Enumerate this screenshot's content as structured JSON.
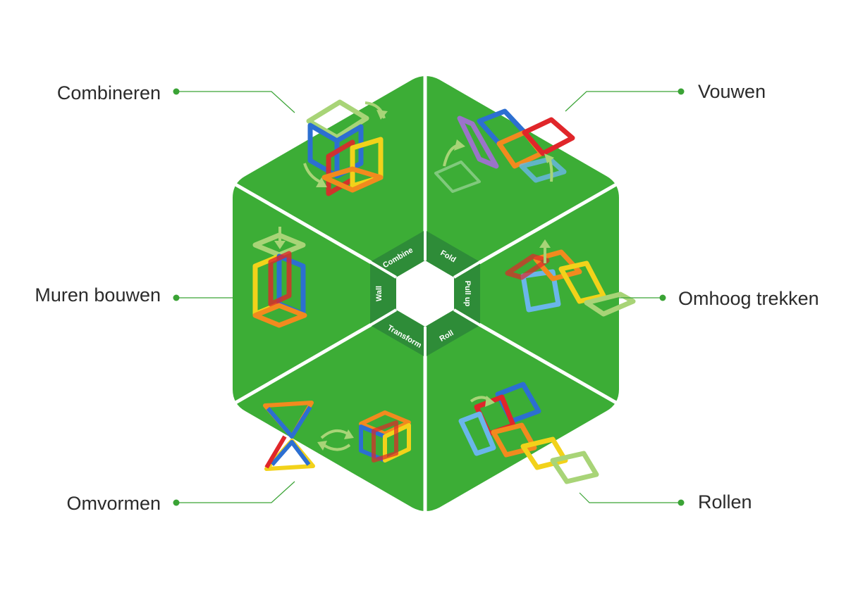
{
  "labels": {
    "combine": "Combineren",
    "fold": "Vouwen",
    "wall": "Muren bouwen",
    "pull_up": "Omhoog trekken",
    "transform": "Omvormen",
    "roll": "Rollen"
  },
  "inner_labels": {
    "combine": "Combine",
    "fold": "Fold",
    "pull_up": "Pull up",
    "roll": "Roll",
    "transform": "Transform",
    "wall": "Wall"
  },
  "colors": {
    "green": "#3cad36",
    "dark_green": "#2e8c38",
    "leader": "#3aa335",
    "text": "#2b2b2b",
    "tile_blue": "#2c6fd1",
    "tile_red": "#e0262a",
    "tile_yellow": "#f2d21a",
    "tile_orange": "#f28a1e",
    "tile_lightgreen": "#a8d477",
    "tile_purple": "#9b73c9",
    "tile_lightblue": "#6ab6ea"
  }
}
